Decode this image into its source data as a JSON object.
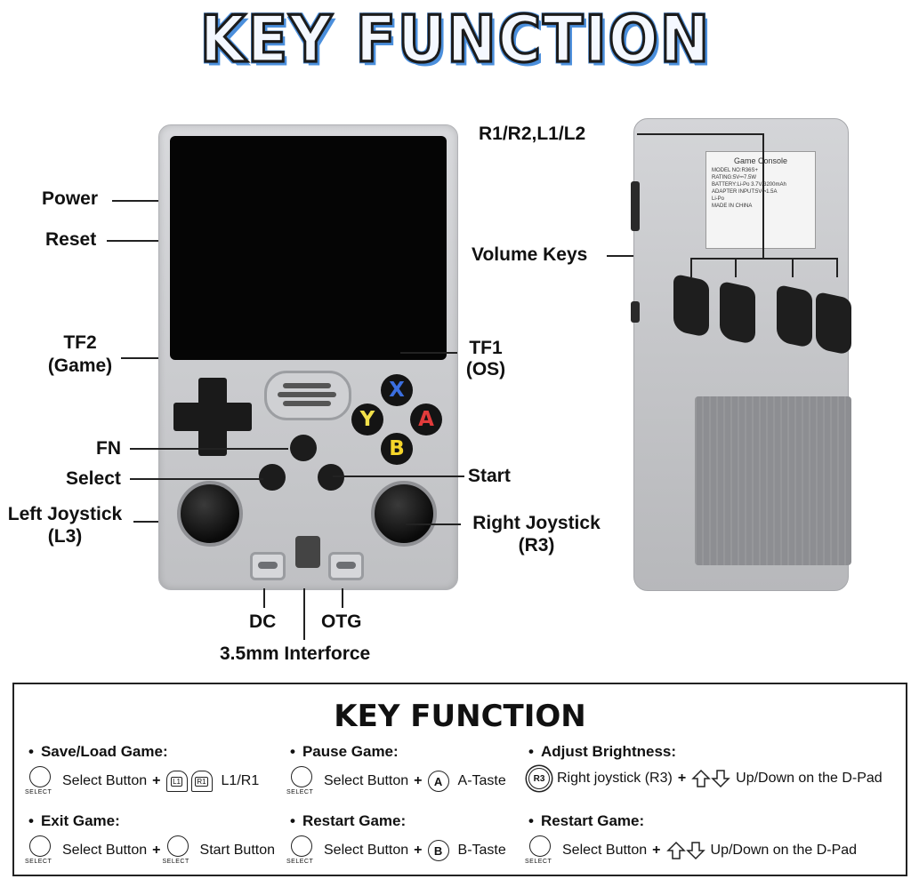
{
  "title": "KEY FUNCTION",
  "front_labels": {
    "power": "Power",
    "reset": "Reset",
    "tf2": "TF2",
    "tf2_sub": "(Game)",
    "tf1": "TF1",
    "tf1_sub": "(OS)",
    "fn": "FN",
    "select": "Select",
    "start": "Start",
    "left_joystick": "Left Joystick",
    "left_joystick_sub": "(L3)",
    "right_joystick": "Right Joystick",
    "right_joystick_sub": "(R3)",
    "dc": "DC",
    "otg": "OTG",
    "jack": "3.5mm Interforce"
  },
  "face_buttons": {
    "x": "X",
    "y": "Y",
    "a": "A",
    "b": "B"
  },
  "face_colors": {
    "x": "#3b6fe0",
    "y": "#f2e14a",
    "a": "#e23b3b",
    "b": "#f5d52a"
  },
  "back_labels": {
    "shoulders": "R1/R2,L1/L2",
    "volume": "Volume Keys"
  },
  "back_sticker": {
    "title": "Game Console",
    "lines": [
      "MODEL NO:R36S+",
      "RATING:5V⎓7.5W",
      "BATTERY:Li-Po 3.7V/3200mAh",
      "ADAPTER INPUT:5V⎓1.5A",
      "Li-Po",
      "MADE IN CHINA"
    ]
  },
  "box": {
    "title": "KEY FUNCTION",
    "select_caption": "SELECT",
    "sections": {
      "save": {
        "title": "Save/Load Game:",
        "btn": "Select Button",
        "l1": "L1",
        "r1": "R1",
        "result": "L1/R1"
      },
      "pause": {
        "title": "Pause Game:",
        "btn": "Select Button",
        "key": "A",
        "result": "A-Taste"
      },
      "brightness": {
        "title": "Adjust Brightness:",
        "key": "R3",
        "btn": "Right joystick (R3)",
        "result": "Up/Down on the D-Pad"
      },
      "exit": {
        "title": "Exit Game:",
        "btn": "Select Button",
        "result": "Start Button"
      },
      "restart1": {
        "title": "Restart Game:",
        "btn": "Select Button",
        "key": "B",
        "result": "B-Taste"
      },
      "restart2": {
        "title": "Restart Game:",
        "btn": "Select Button",
        "result": "Up/Down on the D-Pad"
      }
    },
    "plus": "+"
  }
}
